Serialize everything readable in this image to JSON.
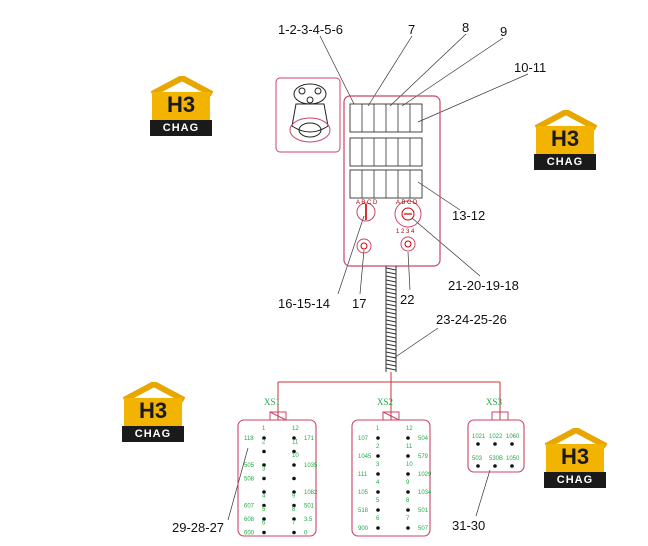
{
  "logo": {
    "letters": "H3",
    "brand": "CHAG"
  },
  "callouts": {
    "c1": "1-2-3-4-5-6",
    "c7": "7",
    "c8": "8",
    "c9": "9",
    "c10": "10-11",
    "c13": "13-12",
    "c16": "16-15-14",
    "c17": "17",
    "c22": "22",
    "c21": "21-20-19-18",
    "c23": "23-24-25-26",
    "c29": "29-28-27",
    "c31": "31-30"
  },
  "switch_panel": {
    "top_letters": "A B C D",
    "bottom_letters": "1 2 3 4"
  },
  "connectors": [
    {
      "title": "XS1",
      "rows": [
        {
          "left_num": "1",
          "left_wire": "118",
          "right_num": "12",
          "right_wire": "171"
        },
        {
          "left_num": "2",
          "left_wire": "",
          "right_num": "11",
          "right_wire": ""
        },
        {
          "left_num": "",
          "left_wire": "505",
          "right_num": "10",
          "right_wire": "1035"
        },
        {
          "left_num": "3",
          "left_wire": "508",
          "right_num": "",
          "right_wire": ""
        },
        {
          "left_num": "",
          "left_wire": "",
          "right_num": "",
          "right_wire": "1082"
        },
        {
          "left_num": "4",
          "left_wire": "607",
          "right_num": "9",
          "right_wire": "501"
        },
        {
          "left_num": "5",
          "left_wire": "608",
          "right_num": "8",
          "right_wire": "3.5"
        },
        {
          "left_num": "6",
          "left_wire": "600",
          "right_num": "7",
          "right_wire": "0"
        }
      ]
    },
    {
      "title": "XS2",
      "rows": [
        {
          "left_num": "1",
          "left_wire": "107",
          "right_num": "12",
          "right_wire": "504"
        },
        {
          "left_num": "2",
          "left_wire": "1045",
          "right_num": "11",
          "right_wire": "579"
        },
        {
          "left_num": "3",
          "left_wire": "111",
          "right_num": "10",
          "right_wire": "1029"
        },
        {
          "left_num": "4",
          "left_wire": "105",
          "right_num": "9",
          "right_wire": "1034"
        },
        {
          "left_num": "5",
          "left_wire": "518",
          "right_num": "8",
          "right_wire": "501"
        },
        {
          "left_num": "6",
          "left_wire": "900",
          "right_num": "7",
          "right_wire": "507"
        }
      ]
    },
    {
      "title": "XS3",
      "rows": [
        {
          "a": "1021",
          "b": "1022",
          "c": "1060"
        },
        {
          "a": "503",
          "b": "530B",
          "c": "1050"
        }
      ]
    }
  ],
  "colors": {
    "outline": "#cc4466",
    "wire": "#cc3333",
    "label": "#22aa44",
    "ink": "#111111"
  }
}
